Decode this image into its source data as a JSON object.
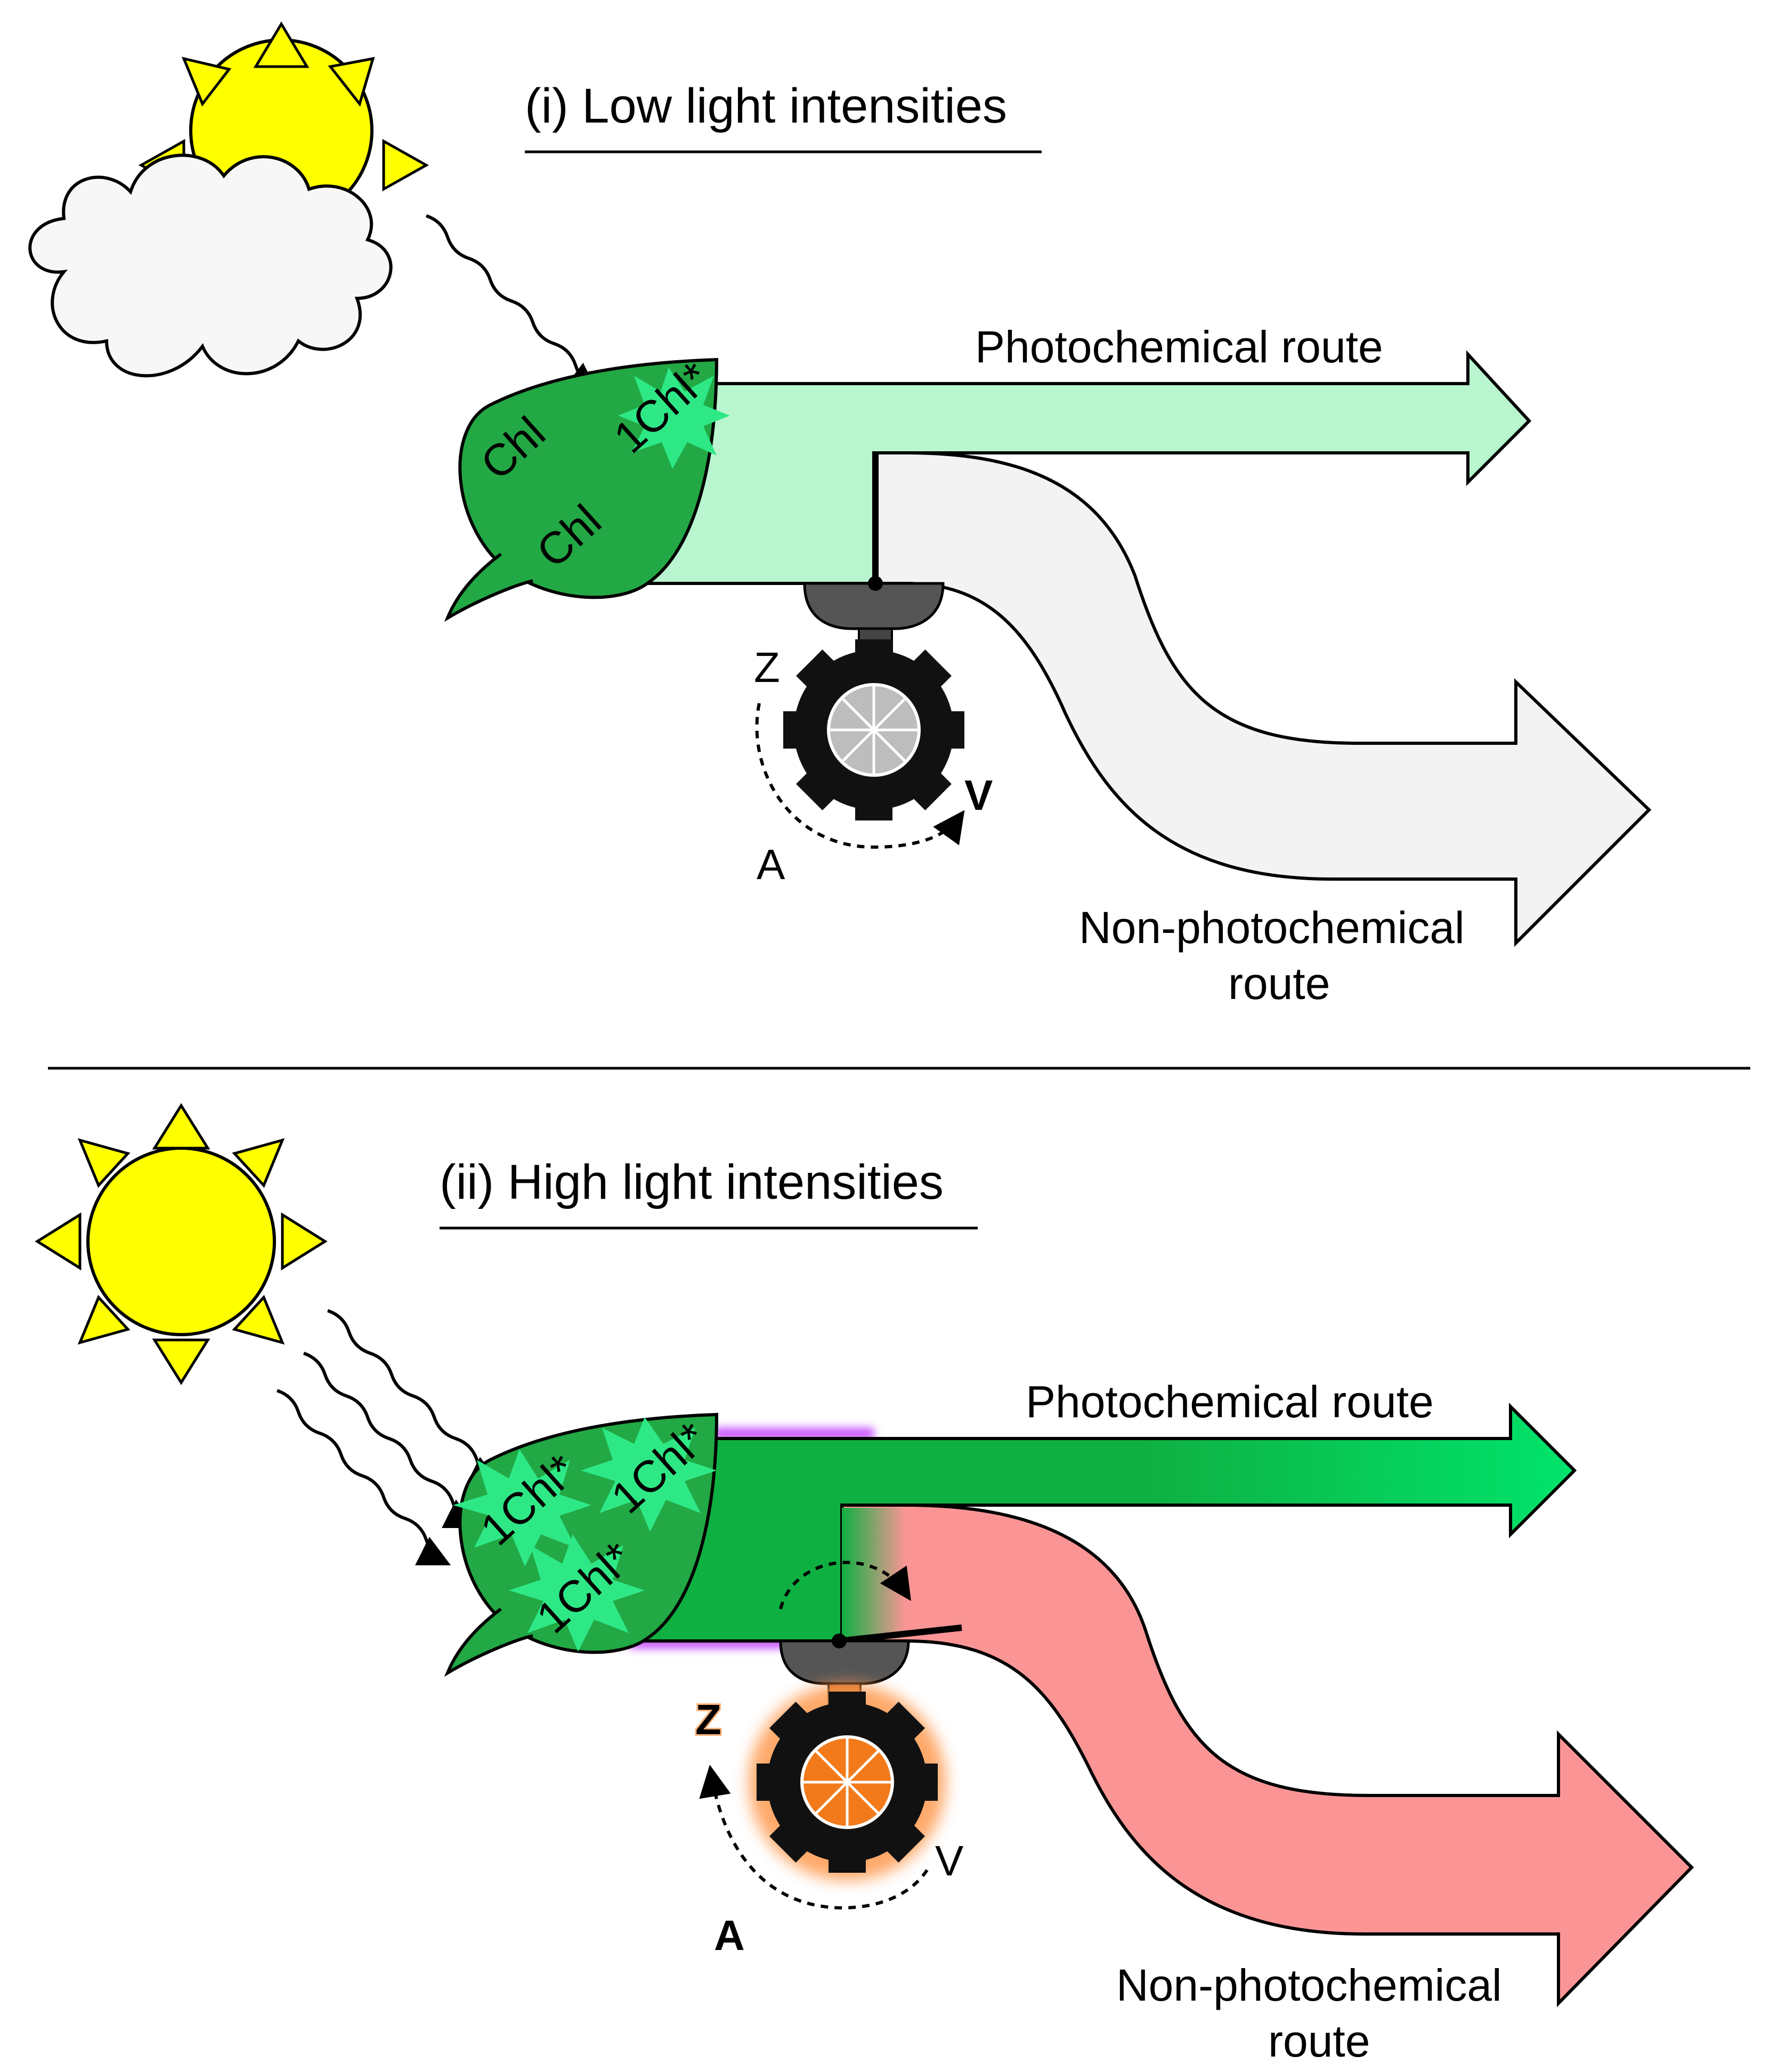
{
  "panels": [
    {
      "title": "(i) Low light intensities",
      "photochemical_label": "Photochemical route",
      "nonphoto_label_line1": "Non-photochemical",
      "nonphoto_label_line2": "route",
      "chl_labels": [
        "Chl",
        "Chl",
        "1Chl*"
      ],
      "cycle_labels": {
        "z": "Z",
        "a": "A",
        "v": "V"
      },
      "sky": "sun behind cloud",
      "photochemical_color": "#b9f5cf",
      "nonphoto_color": "#f3f3f3",
      "gear_center_color": "#bdbdbd"
    },
    {
      "title": "(ii) High light intensities",
      "photochemical_label": "Photochemical route",
      "nonphoto_label_line1": "Non-photochemical",
      "nonphoto_label_line2": "route",
      "chl_labels": [
        "1Chl*",
        "1Chl*",
        "1Chl*"
      ],
      "cycle_labels": {
        "z": "Z",
        "a": "A",
        "v": "V"
      },
      "sky": "sun",
      "photochemical_color": "#00e46c",
      "nonphoto_color": "#fb9595",
      "gear_center_color": "#f27a1a"
    }
  ],
  "colors": {
    "sun": "#ffff00",
    "leaf": "#22a844",
    "leaf_dark": "#0fb042",
    "excited_star": "#2ee886",
    "gear": "#111111",
    "valve_grey": "#555555"
  }
}
